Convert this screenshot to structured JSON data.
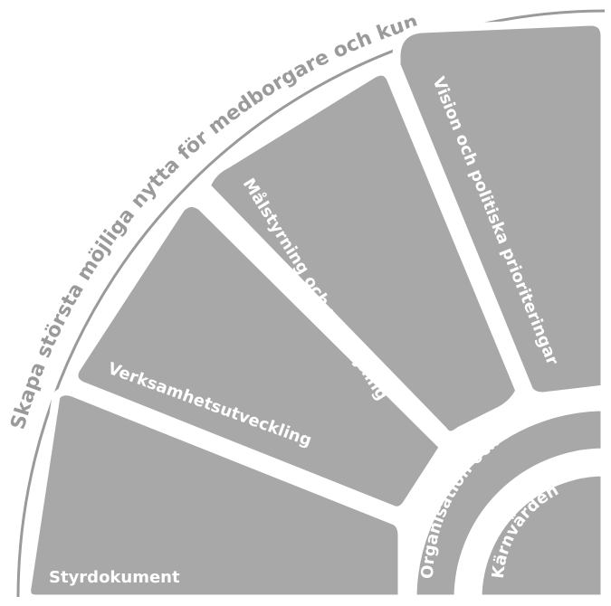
{
  "outer_title": "Skapa största möjliga nytta för medborgare och kunder",
  "segments": [
    {
      "id": "styrdokument",
      "label": "Styrdokument"
    },
    {
      "id": "verksamhetsutveckling",
      "label": "Verksamhetsutveckling"
    },
    {
      "id": "malstyrning",
      "label": "Målstyrning och uppföljning"
    },
    {
      "id": "vision",
      "label": "Vision och politiska prioriteringar"
    }
  ],
  "rings": {
    "outer_label": "Organisation och roller",
    "inner_label": "Kärnvärden"
  },
  "colors": {
    "segment_fill": "#a8a8a8",
    "divider": "#ffffff",
    "arc_text": "#9a9a9a",
    "label_text": "#ffffff"
  }
}
